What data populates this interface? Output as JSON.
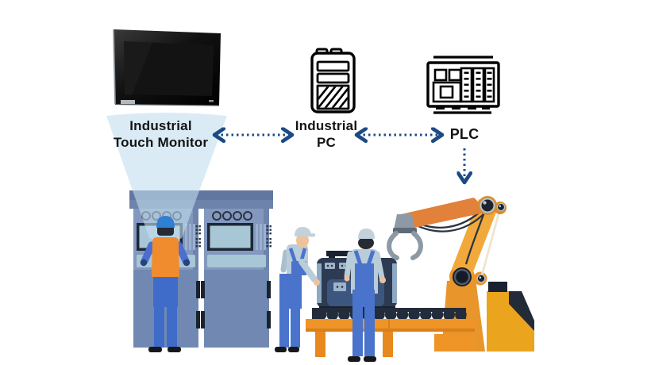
{
  "diagram": {
    "monitor_label": {
      "line1": "Industrial",
      "line2": "Touch Monitor"
    },
    "pc_label": {
      "line1": "Industrial",
      "line2": "PC"
    },
    "plc_label": {
      "text": "PLC"
    },
    "connections": [
      {
        "from": "industrial-touch-monitor",
        "to": "industrial-pc",
        "type": "dotted-double-arrow"
      },
      {
        "from": "industrial-pc",
        "to": "plc",
        "type": "dotted-double-arrow"
      },
      {
        "from": "plc",
        "to": "robotic-arm",
        "type": "dotted-arrow-down"
      }
    ]
  },
  "icons": [
    "touch-monitor-illustration",
    "industrial-pc-icon",
    "plc-icon",
    "projection-beam",
    "control-cabinet",
    "hmi-screen",
    "operator-worker",
    "technician-worker",
    "engine-block",
    "conveyor-belt",
    "robot-arm-gripper"
  ],
  "colors": {
    "arrow_blue": "#1b4a85",
    "beam_blue": "#c3ddef",
    "cabinet_blue": "#8298be",
    "cabinet_dark": "#61779f",
    "screen_light": "#a7c6d6",
    "vest_orange": "#f08c2e",
    "overall_blue": "#4a73cc",
    "engine_navy": "#2c3a52",
    "conveyor_orange": "#ef9426",
    "robot_gold": "#f2a93c",
    "gripper_gray": "#8d9aa6",
    "label_text": "#141414"
  }
}
